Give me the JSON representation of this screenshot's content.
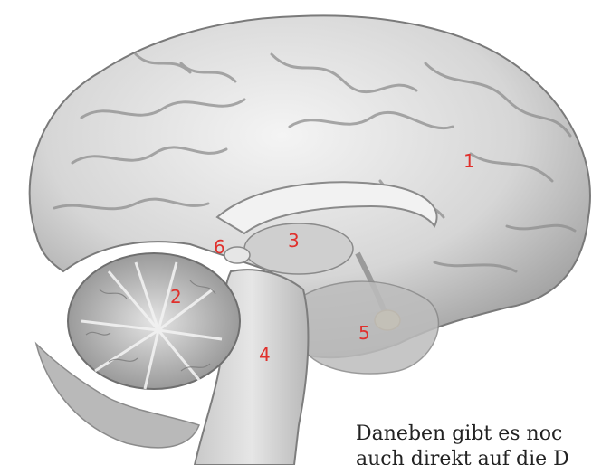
{
  "labels": {
    "cerebrum": "1",
    "cerebellum": "2",
    "thalamus": "3",
    "brainstem": "4",
    "pituitary": "5",
    "pineal": "6"
  },
  "caption": {
    "line1": "Daneben gibt es noc",
    "line2": "auch direkt auf die D"
  },
  "colors": {
    "label": "#e0302c",
    "brain": "#dcdcdc",
    "pituitary": "#e8d29a"
  }
}
